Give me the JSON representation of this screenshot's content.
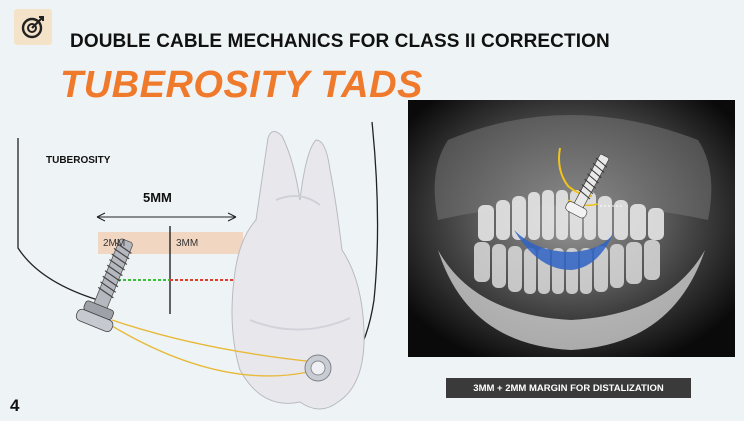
{
  "slide": {
    "title": "DOUBLE CABLE MECHANICS FOR CLASS II CORRECTION",
    "subtitle": "TUBEROSITY TADS",
    "page_number": "4"
  },
  "illustration": {
    "tuberosity_label": "TUBEROSITY",
    "width_label": "5MM",
    "left_segment_label": "2MM",
    "right_segment_label": "3MM"
  },
  "xray": {
    "caption": "3MM + 2MM MARGIN FOR DISTALIZATION"
  },
  "colors": {
    "title_text": "#111111",
    "subtitle_accent": "#f07a2c",
    "margin_band": "#f1d6c2",
    "cable": "#e8b93a",
    "green_line": "#3bbf3b",
    "red_line": "#e03a2a",
    "arch_blue": "#2f63c4",
    "caption_bg": "#3a3a3a"
  },
  "icons": {
    "logo": "target-logo-icon"
  }
}
